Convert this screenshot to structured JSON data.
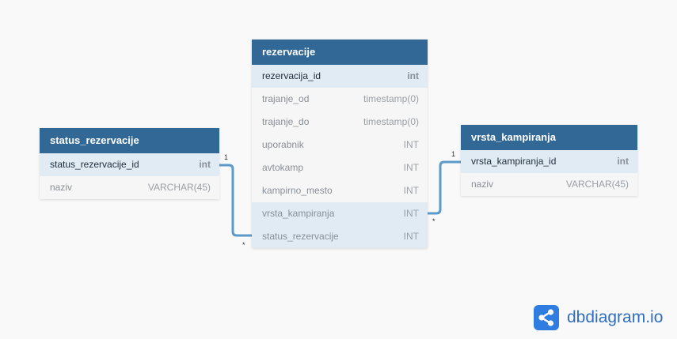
{
  "tables": {
    "rezervacije": {
      "name": "rezervacije",
      "fields": [
        {
          "name": "rezervacija_id",
          "type": "int"
        },
        {
          "name": "trajanje_od",
          "type": "timestamp(0)"
        },
        {
          "name": "trajanje_do",
          "type": "timestamp(0)"
        },
        {
          "name": "uporabnik",
          "type": "INT"
        },
        {
          "name": "avtokamp",
          "type": "INT"
        },
        {
          "name": "kampirno_mesto",
          "type": "INT"
        },
        {
          "name": "vrsta_kampiranja",
          "type": "INT"
        },
        {
          "name": "status_rezervacije",
          "type": "INT"
        }
      ]
    },
    "status_rezervacije": {
      "name": "status_rezervacije",
      "fields": [
        {
          "name": "status_rezervacije_id",
          "type": "int"
        },
        {
          "name": "naziv",
          "type": "VARCHAR(45)"
        }
      ]
    },
    "vrsta_kampiranja": {
      "name": "vrsta_kampiranja",
      "fields": [
        {
          "name": "vrsta_kampiranja_id",
          "type": "int"
        },
        {
          "name": "naziv",
          "type": "VARCHAR(45)"
        }
      ]
    }
  },
  "relations": [
    {
      "from": "status_rezervacije.status_rezervacije_id",
      "to": "rezervacije.status_rezervacije",
      "from_card": "1",
      "to_card": "*"
    },
    {
      "from": "vrsta_kampiranja.vrsta_kampiranja_id",
      "to": "rezervacije.vrsta_kampiranja",
      "from_card": "1",
      "to_card": "*"
    }
  ],
  "brand": {
    "name": "dbdiagram.io",
    "icon": "share-nodes-icon"
  },
  "colors": {
    "header": "#316896",
    "highlight": "#e0ebf4",
    "connector": "#5b9ac9",
    "brand": "#2f7de1"
  }
}
